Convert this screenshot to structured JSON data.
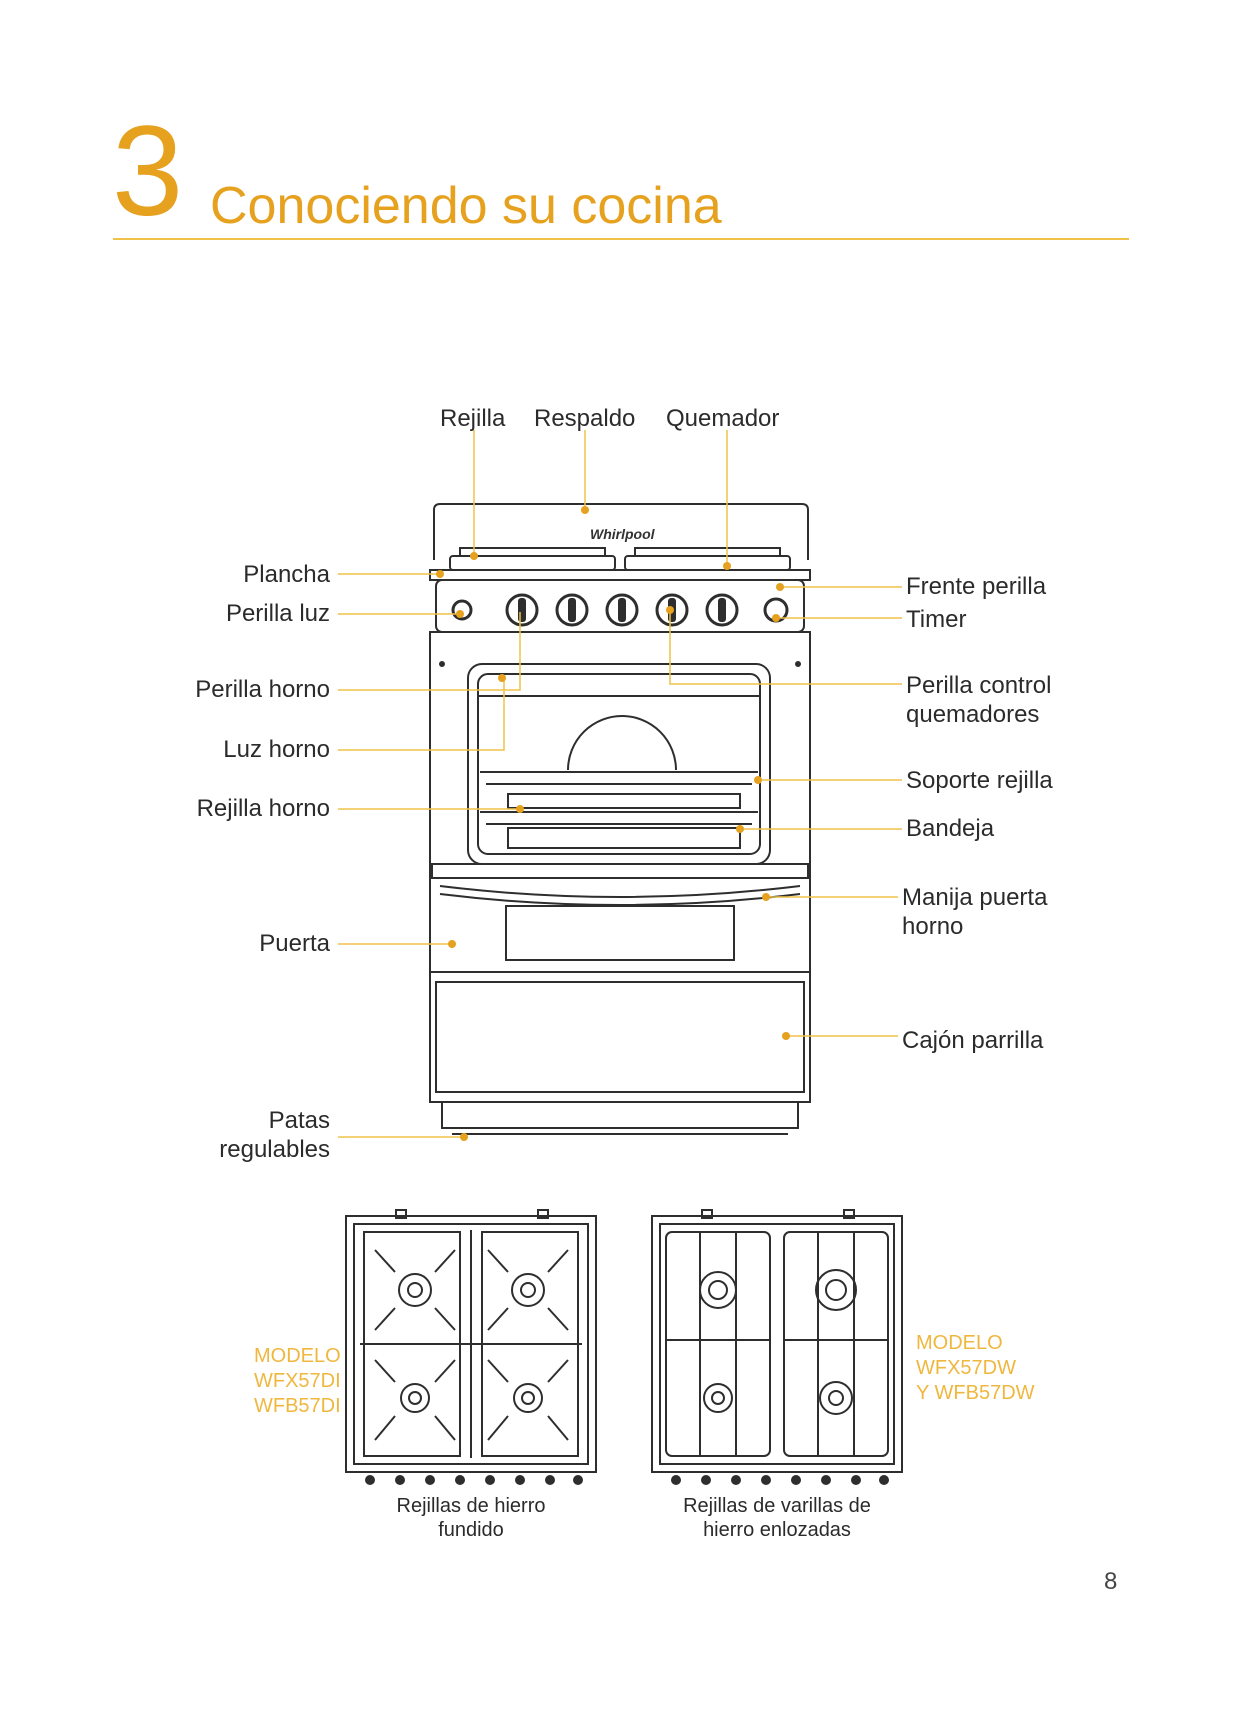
{
  "section": {
    "number": "3",
    "title": "Conociendo su cocina"
  },
  "diagram": {
    "brand": "Whirlpool",
    "top_labels": {
      "rejilla": "Rejilla",
      "respaldo": "Respaldo",
      "quemador": "Quemador"
    },
    "left_labels": {
      "plancha": "Plancha",
      "perilla_luz": "Perilla luz",
      "perilla_horno": "Perilla horno",
      "luz_horno": "Luz horno",
      "rejilla_horno": "Rejilla horno",
      "puerta": "Puerta",
      "patas_1": "Patas",
      "patas_2": "regulables"
    },
    "right_labels": {
      "frente_perilla": "Frente perilla",
      "timer": "Timer",
      "perilla_control_1": "Perilla control",
      "perilla_control_2": "quemadores",
      "soporte_rejilla": "Soporte rejilla",
      "bandeja": "Bandeja",
      "manija_1": "Manija puerta",
      "manija_2": "horno",
      "cajon_parrilla": "Cajón parrilla"
    },
    "accent_color": "#e6a11f",
    "leader_color": "#f0c24a"
  },
  "models": {
    "left": {
      "line1": "MODELO",
      "line2": "WFX57DI",
      "line3": "WFB57DI",
      "caption1": "Rejillas de hierro",
      "caption2": "fundido"
    },
    "right": {
      "line1": "MODELO",
      "line2": "WFX57DW",
      "line3": "Y WFB57DW",
      "caption1": "Rejillas de varillas de",
      "caption2": "hierro enlozadas"
    }
  },
  "page_number": "8"
}
